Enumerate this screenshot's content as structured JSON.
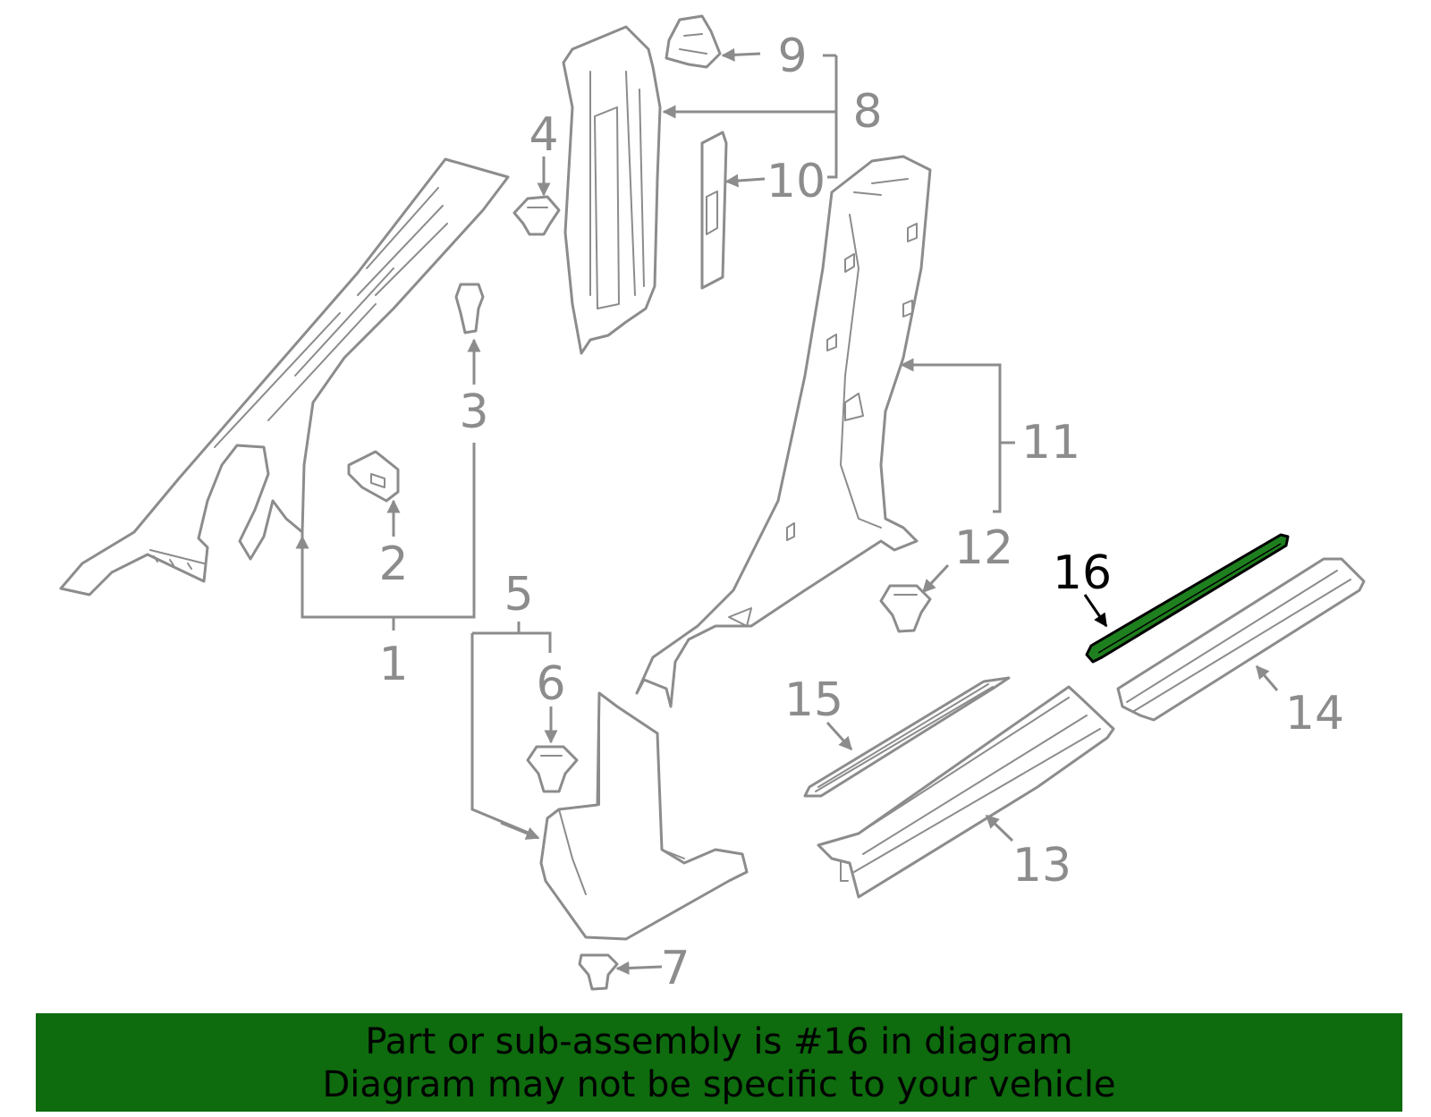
{
  "diagram": {
    "highlight_color": "#1e7f1e",
    "line_color": "#8c8c8c",
    "callouts": [
      "1",
      "2",
      "3",
      "4",
      "5",
      "6",
      "7",
      "8",
      "9",
      "10",
      "11",
      "12",
      "13",
      "14",
      "15",
      "16"
    ],
    "highlighted_callout": "16"
  },
  "banner": {
    "background": "#0e6b0e",
    "line1": "Part or sub-assembly is #16 in diagram",
    "line2": "Diagram may not be specific to your vehicle"
  }
}
